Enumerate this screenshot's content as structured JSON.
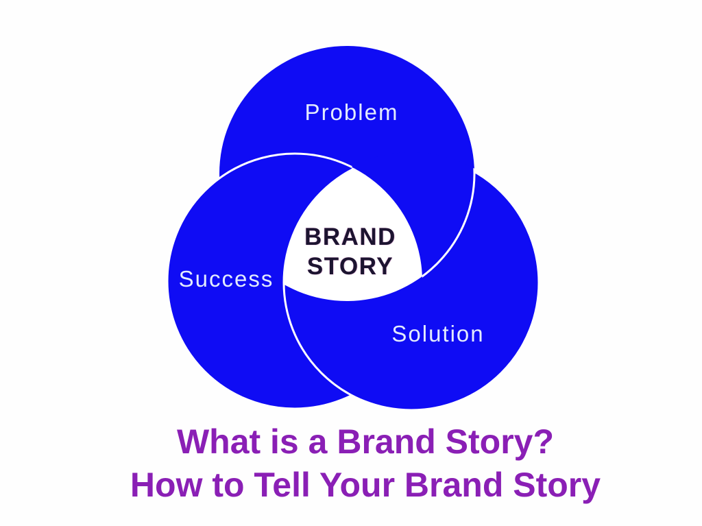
{
  "diagram": {
    "circles": [
      {
        "id": "problem",
        "label": "Problem"
      },
      {
        "id": "success",
        "label": "Success"
      },
      {
        "id": "solution",
        "label": "Solution"
      }
    ],
    "center_label": {
      "line1": "BRAND",
      "line2": "STORY"
    },
    "colors": {
      "circle_blue": "#0f0cf4",
      "circle_outline": "#ffffff",
      "center_fill": "#ffffff",
      "center_text": "#1c1430",
      "label_text": "#e3ebfd",
      "caption_text": "#8a1fb5",
      "background": "#fefefe"
    }
  },
  "caption": {
    "line1": "What is a Brand Story?",
    "line2": "How to Tell Your Brand Story"
  }
}
